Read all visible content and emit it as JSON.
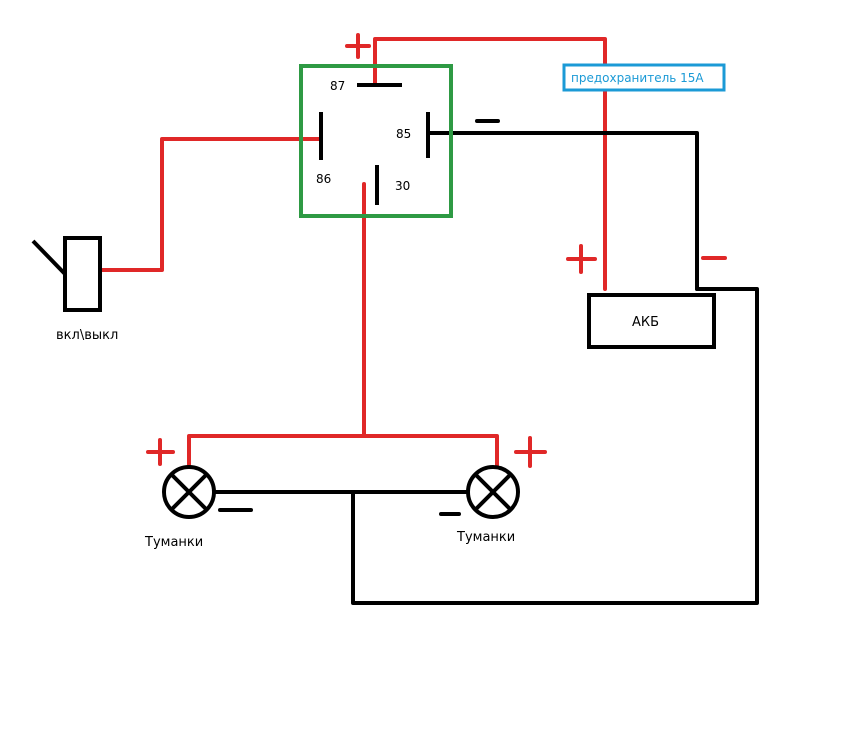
{
  "relay": {
    "pin_87": "87",
    "pin_85": "85",
    "pin_86": "86",
    "pin_30": "30"
  },
  "fuse": {
    "label": "предохранитель 15А"
  },
  "battery": {
    "label": "АКБ"
  },
  "switch": {
    "label": "вкл\\выкл"
  },
  "lamps": {
    "left_label": "Туманки",
    "right_label": "Туманки"
  },
  "colors": {
    "positive": "#e02828",
    "ground": "#000000",
    "relay_border": "#2e9a44",
    "fuse_border": "#1b9ad6"
  }
}
